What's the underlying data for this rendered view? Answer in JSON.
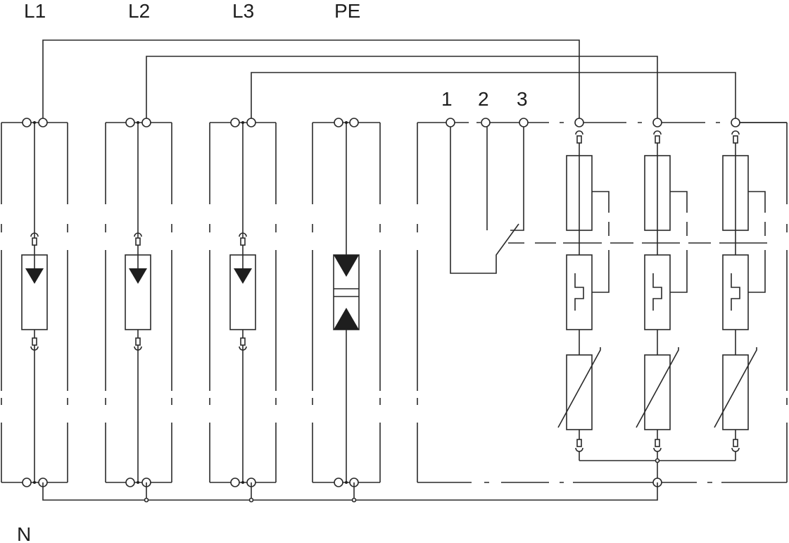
{
  "diagram": {
    "title": "Surge protective device wiring schematic",
    "colors": {
      "line": "#2a2a2a",
      "background": "#ffffff"
    },
    "labels": {
      "l1": "L1",
      "l2": "L2",
      "l3": "L3",
      "pe": "PE",
      "n": "N",
      "contact_1": "1",
      "contact_2": "2",
      "contact_3": "3"
    },
    "modules": [
      {
        "id": "L1",
        "type": "spark-gap",
        "symbol": "arrow-down"
      },
      {
        "id": "L2",
        "type": "spark-gap",
        "symbol": "arrow-down"
      },
      {
        "id": "L3",
        "type": "spark-gap",
        "symbol": "arrow-down"
      },
      {
        "id": "PE",
        "type": "gas-discharge-tube",
        "symbol": "double-arrow"
      }
    ],
    "type2_module": {
      "remote_signal_contacts": [
        "1",
        "2",
        "3"
      ],
      "paths": 3,
      "components_per_path": [
        "fuse",
        "thermal-disconnector",
        "varistor"
      ]
    }
  }
}
